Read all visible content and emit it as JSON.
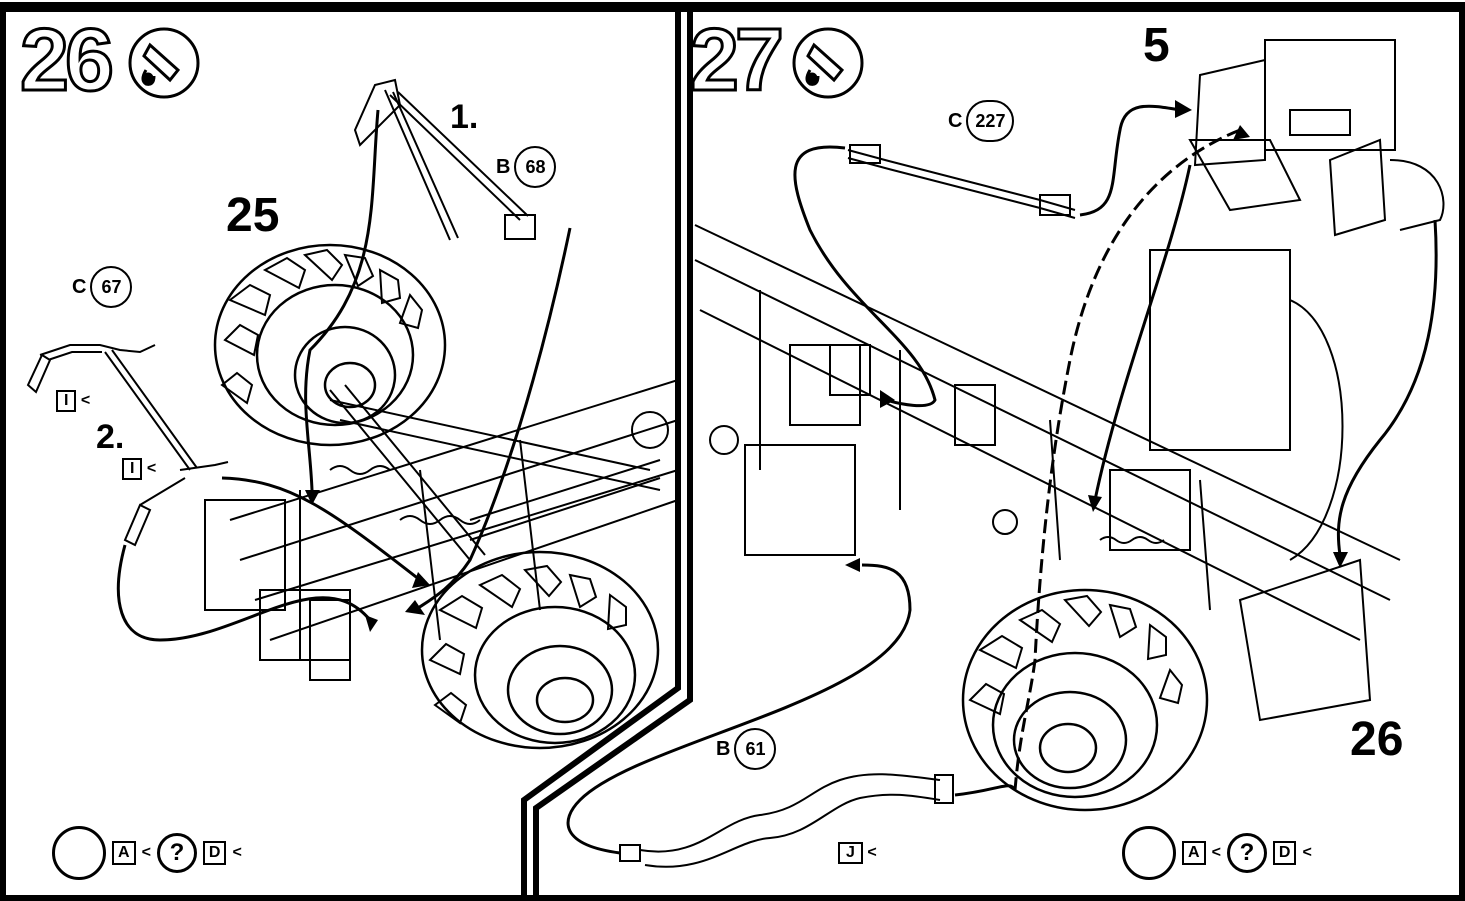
{
  "steps": [
    {
      "number": "26"
    },
    {
      "number": "27"
    }
  ],
  "labels": {
    "part_25": "25",
    "part_5": "5",
    "part_26": "26",
    "sub_1": "1.",
    "sub_2": "2."
  },
  "refs": {
    "b68": {
      "sprue": "B",
      "part": "68"
    },
    "c67": {
      "sprue": "C",
      "part": "67"
    },
    "c227": {
      "sprue": "C",
      "part": "227"
    },
    "b61": {
      "sprue": "B",
      "part": "61"
    }
  },
  "paint_flags": {
    "i1": "I",
    "i2": "I",
    "j1": "J"
  },
  "paint_row": {
    "a": "A",
    "q": "?",
    "d": "D"
  }
}
